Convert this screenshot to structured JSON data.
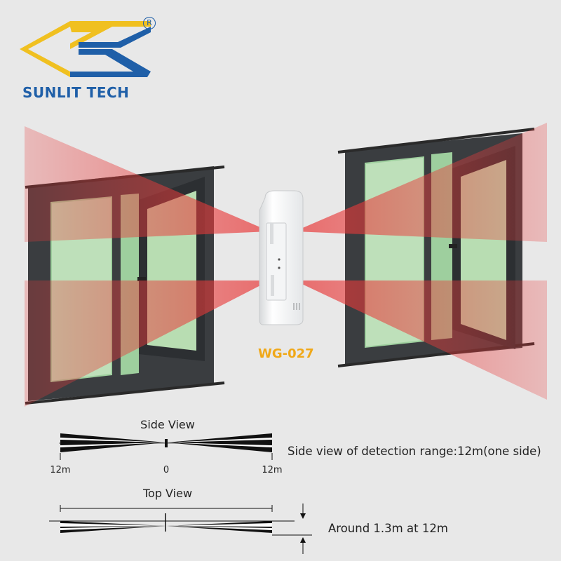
{
  "brand": {
    "name": "SUNLIT TECH",
    "registered_mark": "R",
    "colors": {
      "blue": "#1f5fa8",
      "gold": "#f0c020"
    }
  },
  "product": {
    "model": "WG-027",
    "model_color": "#f0a818",
    "beam_color": "#e83a3a"
  },
  "side_view": {
    "title": "Side View",
    "labels": {
      "left": "12m",
      "center": "0",
      "right": "12m"
    },
    "description": "Side view of detection range:12m(one side)"
  },
  "top_view": {
    "title": "Top View",
    "description": "Around 1.3m at 12m"
  }
}
